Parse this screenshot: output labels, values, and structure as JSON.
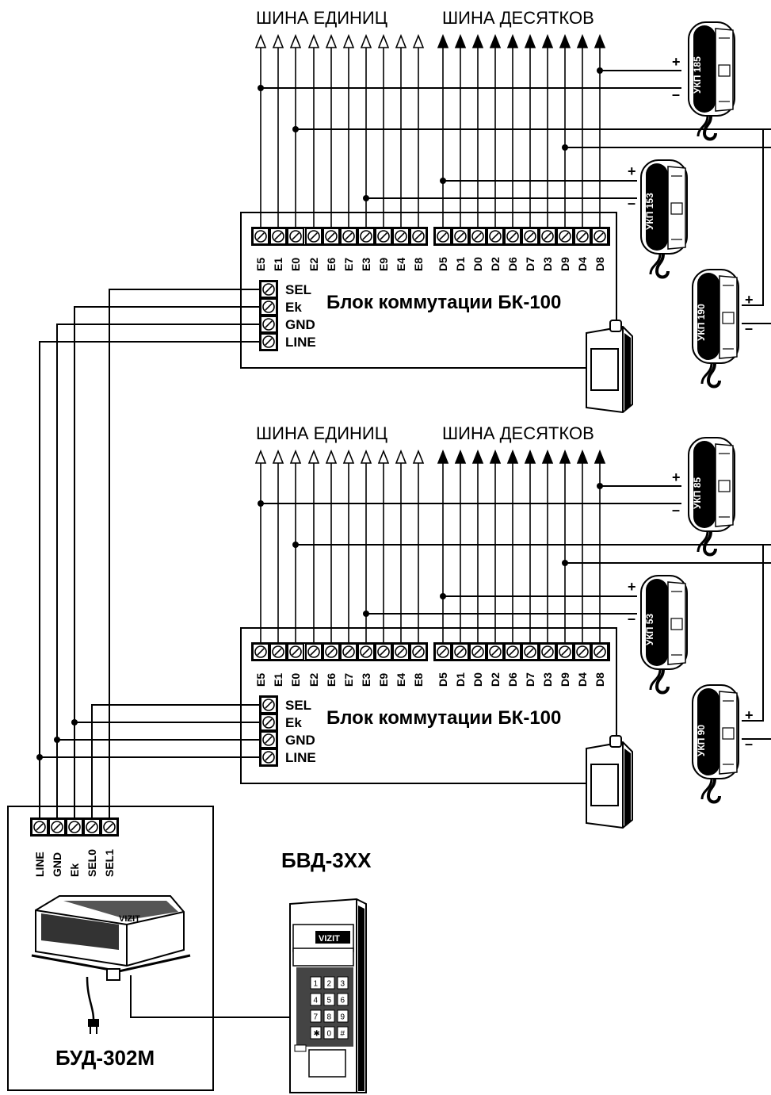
{
  "blocks": [
    {
      "bus_units_label": "ШИНА ЕДИНИЦ",
      "bus_tens_label": "ШИНА ДЕСЯТКОВ",
      "units_terminals": [
        "E5",
        "E1",
        "E0",
        "E2",
        "E6",
        "E7",
        "E3",
        "E9",
        "E4",
        "E8"
      ],
      "tens_terminals": [
        "D5",
        "D1",
        "D0",
        "D2",
        "D6",
        "D7",
        "D3",
        "D9",
        "D4",
        "D8"
      ],
      "side_terminals": [
        "SEL",
        "Ek",
        "GND",
        "LINE"
      ],
      "title": "Блок коммутации БК-100",
      "handsets": [
        {
          "label": "УКП 185",
          "plus": "+",
          "minus": "–"
        },
        {
          "label": "УКП 153",
          "plus": "+",
          "minus": "–"
        },
        {
          "label": "УКП 190",
          "plus": "+",
          "minus": "–"
        }
      ]
    },
    {
      "bus_units_label": "ШИНА ЕДИНИЦ",
      "bus_tens_label": "ШИНА ДЕСЯТКОВ",
      "units_terminals": [
        "E5",
        "E1",
        "E0",
        "E2",
        "E6",
        "E7",
        "E3",
        "E9",
        "E4",
        "E8"
      ],
      "tens_terminals": [
        "D5",
        "D1",
        "D0",
        "D2",
        "D6",
        "D7",
        "D3",
        "D9",
        "D4",
        "D8"
      ],
      "side_terminals": [
        "SEL",
        "Ek",
        "GND",
        "LINE"
      ],
      "title": "Блок коммутации БК-100",
      "handsets": [
        {
          "label": "УКП 85",
          "plus": "+",
          "minus": "–"
        },
        {
          "label": "УКП 53",
          "plus": "+",
          "minus": "–"
        },
        {
          "label": "УКП 90",
          "plus": "+",
          "minus": "–"
        }
      ]
    }
  ],
  "controller": {
    "terminals": [
      "LINE",
      "GND",
      "Ek",
      "SEL0",
      "SEL1"
    ],
    "title": "БУД-302М",
    "brand": "VIZIT"
  },
  "door_panel": {
    "title": "БВД-3ХХ",
    "brand": "VIZIT",
    "keys": [
      "1",
      "2",
      "3",
      "4",
      "5",
      "6",
      "7",
      "8",
      "9",
      "✱",
      "0",
      "#"
    ]
  }
}
